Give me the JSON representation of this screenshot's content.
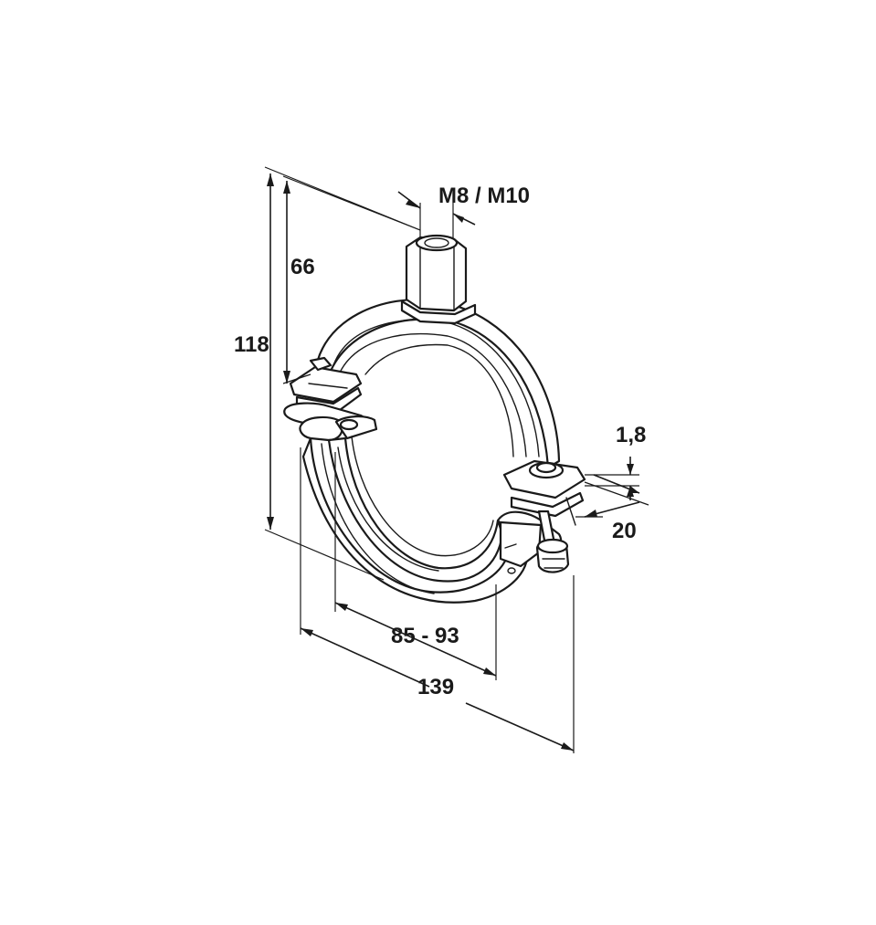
{
  "dimensions": {
    "thread": "M8 / M10",
    "height_total": "118",
    "height_center": "66",
    "band_thickness": "1,8",
    "band_width": "20",
    "pipe_range": "85 - 93",
    "overall_width": "139"
  }
}
